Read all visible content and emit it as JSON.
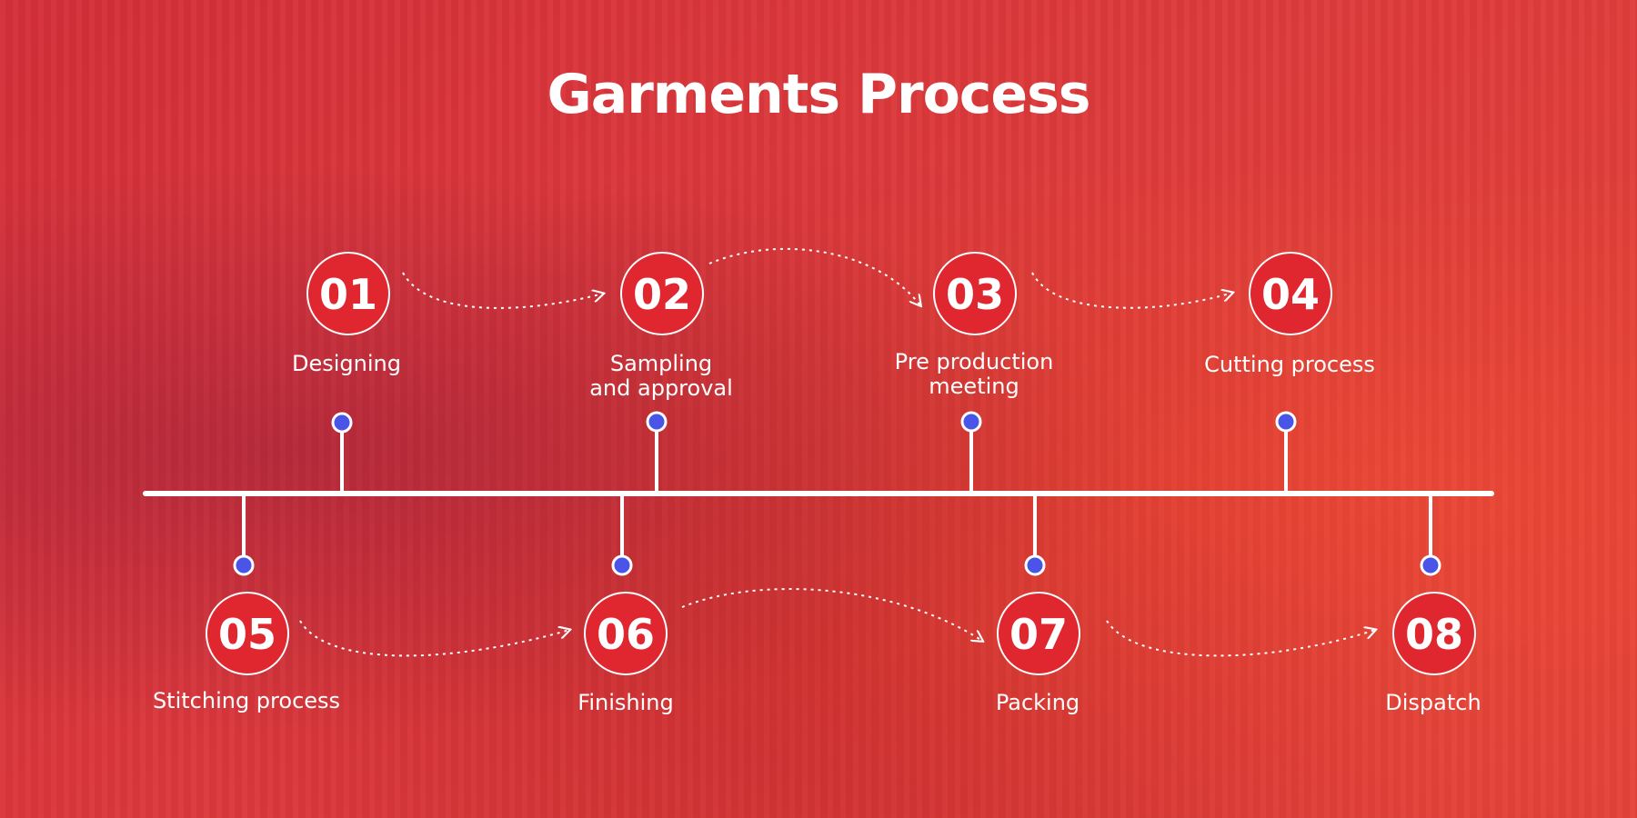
{
  "title": "Garments Process",
  "colors": {
    "background": "#d8343b",
    "circle_fill": "#e0262f",
    "line": "#ffffff",
    "dot": "#4a55e8"
  },
  "steps": [
    {
      "number": "01",
      "label_line1": "Designing",
      "label_line2": ""
    },
    {
      "number": "02",
      "label_line1": "Sampling",
      "label_line2": "and approval"
    },
    {
      "number": "03",
      "label_line1": "Pre production",
      "label_line2": "meeting"
    },
    {
      "number": "04",
      "label_line1": "Cutting process",
      "label_line2": ""
    },
    {
      "number": "05",
      "label_line1": "Stitching process",
      "label_line2": ""
    },
    {
      "number": "06",
      "label_line1": "Finishing",
      "label_line2": ""
    },
    {
      "number": "07",
      "label_line1": "Packing",
      "label_line2": ""
    },
    {
      "number": "08",
      "label_line1": "Dispatch",
      "label_line2": ""
    }
  ]
}
